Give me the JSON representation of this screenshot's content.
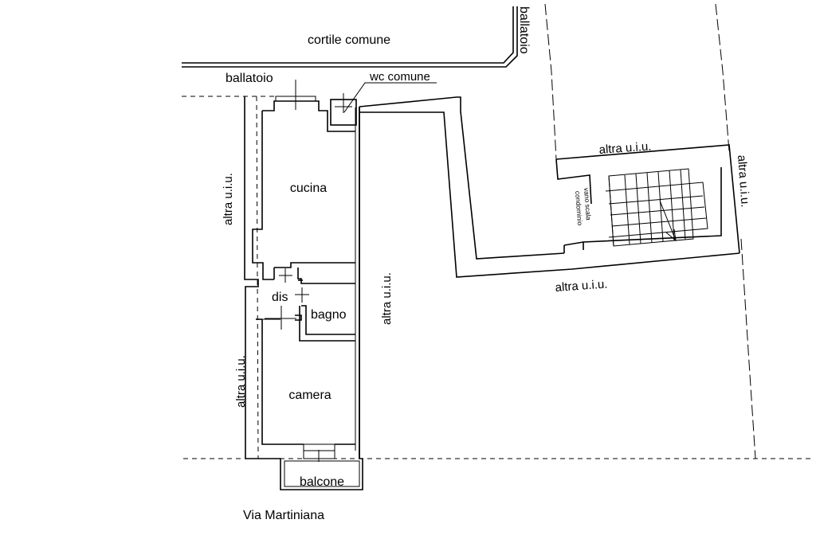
{
  "labels": {
    "cortile_comune": "cortile  comune",
    "ballatoio_left": "ballatoio",
    "ballatoio_top": "ballatoio",
    "wc_comune": "wc comune",
    "cucina": "cucina",
    "dis": "dis",
    "bagno": "bagno",
    "camera": "camera",
    "balcone": "balcone",
    "via": "Via   Martiniana",
    "altra_uiu_left_upper": "altra   u.i.u.",
    "altra_uiu_left_lower": "altra   u.i.u.",
    "altra_uiu_middle": "altra   u.i.u.",
    "altra_uiu_stair_top": "altra    u.i.u.",
    "altra_uiu_stair_bottom": "altra    u.i.u.",
    "altra_uiu_right": "altra    u.i.u.",
    "vano_scala_line1": "vano  scala",
    "vano_scala_line2": "condominio"
  }
}
